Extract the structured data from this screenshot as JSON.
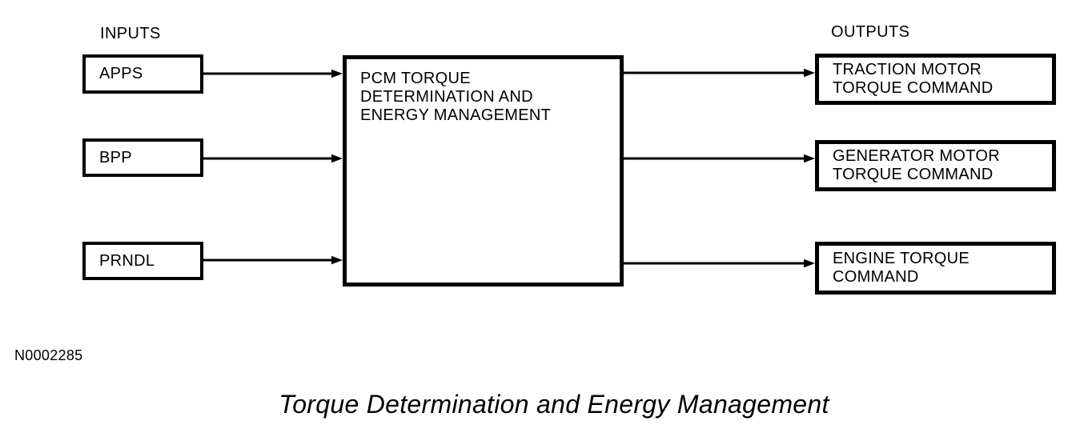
{
  "colors": {
    "ink": "#000000",
    "background": "#ffffff"
  },
  "diagram": {
    "inputs_label": "INPUTS",
    "outputs_label": "OUTPUTS",
    "input_boxes": [
      {
        "label": "APPS"
      },
      {
        "label": "BPP"
      },
      {
        "label": "PRNDL"
      }
    ],
    "process_box": {
      "lines": [
        "PCM TORQUE",
        "DETERMINATION AND",
        "ENERGY MANAGEMENT"
      ]
    },
    "output_boxes": [
      {
        "lines": [
          "TRACTION MOTOR",
          "TORQUE COMMAND"
        ]
      },
      {
        "lines": [
          "GENERATOR MOTOR",
          "TORQUE COMMAND"
        ]
      },
      {
        "lines": [
          "ENGINE TORQUE",
          "COMMAND"
        ]
      }
    ],
    "figure_number": "N0002285",
    "caption": "Torque Determination and Energy Management"
  }
}
